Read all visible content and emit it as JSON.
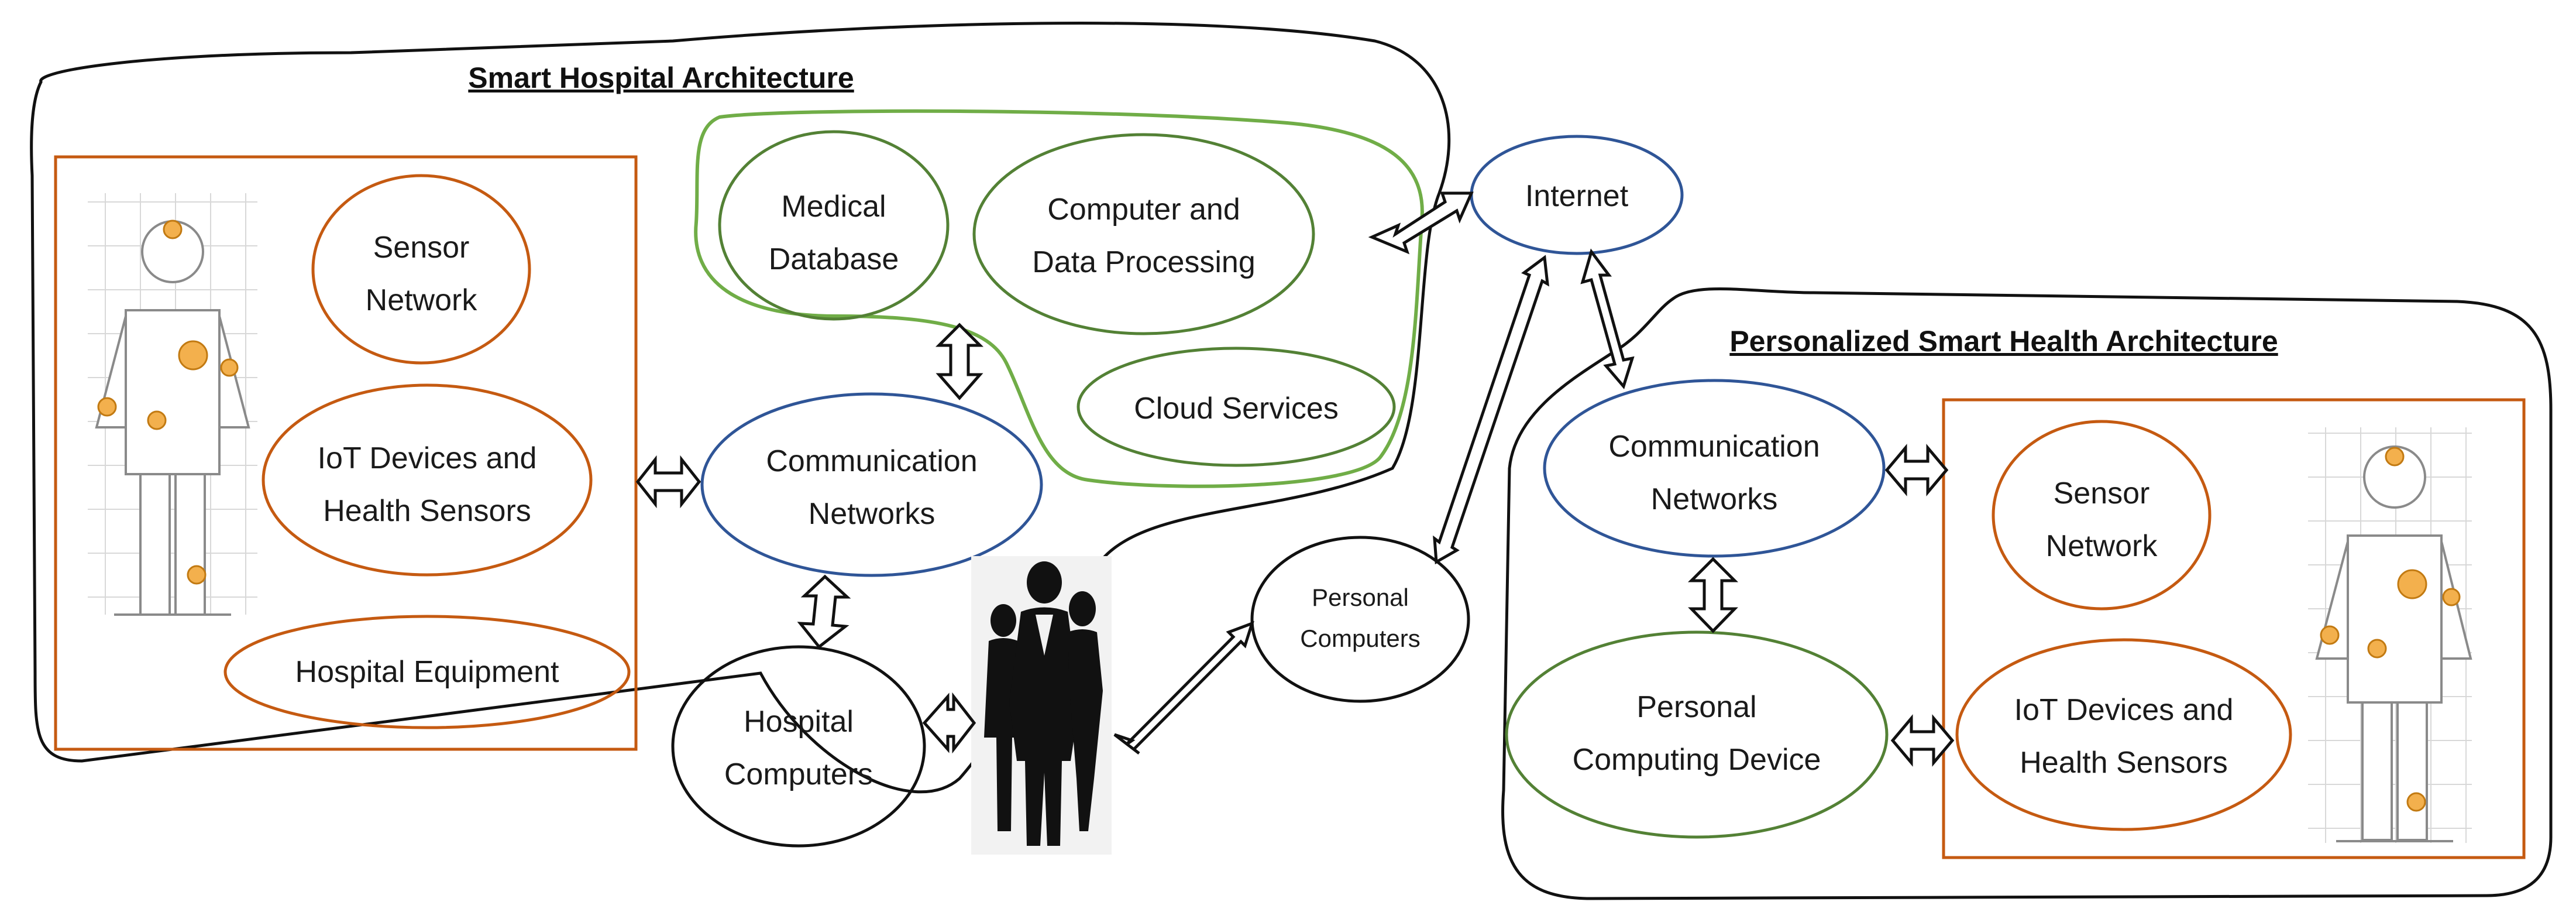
{
  "titles": {
    "hospital": "Smart Hospital Architecture",
    "personal": "Personalized Smart Health Architecture"
  },
  "nodes": {
    "sensor_network_h": [
      "Sensor",
      "Network"
    ],
    "iot_devices_h": [
      "IoT Devices and",
      "Health Sensors"
    ],
    "hospital_equipment": [
      "Hospital Equipment"
    ],
    "medical_database": [
      "Medical",
      "Database"
    ],
    "computer_processing": [
      "Computer and",
      "Data Processing"
    ],
    "cloud_services": [
      "Cloud Services"
    ],
    "comm_networks_h": [
      "Communication",
      "Networks"
    ],
    "hospital_computers": [
      "Hospital",
      "Computers"
    ],
    "internet": [
      "Internet"
    ],
    "personal_computers": [
      "Personal",
      "Computers"
    ],
    "comm_networks_p": [
      "Communication",
      "Networks"
    ],
    "personal_device": [
      "Personal",
      "Computing Device"
    ],
    "sensor_network_p": [
      "Sensor",
      "Network"
    ],
    "iot_devices_p": [
      "IoT Devices and",
      "Health Sensors"
    ]
  },
  "colors": {
    "orange": "#c55a11",
    "blue": "#2f5597",
    "green": "#538135",
    "light_green": "#70ad47",
    "black": "#111111",
    "sensor_dot": "#f3b04d"
  }
}
